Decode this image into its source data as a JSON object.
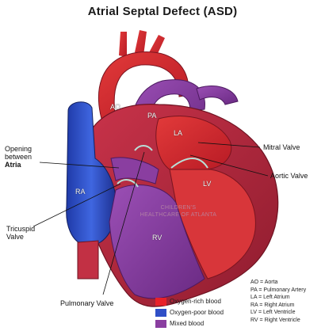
{
  "title": "Atrial Septal Defect (ASD)",
  "labels": {
    "opening_line1": "Opening",
    "opening_line2": "between",
    "opening_line3": "Atria",
    "mitral_valve": "Mitral Valve",
    "aortic_valve": "Aortic Valve",
    "tricuspid_line1": "Tricuspid",
    "tricuspid_line2": "Valve",
    "pulmonary_valve": "Pulmonary Valve"
  },
  "chambers": {
    "ao": "AO",
    "pa": "PA",
    "la": "LA",
    "lv": "LV",
    "ra": "RA",
    "rv": "RV"
  },
  "watermark": {
    "line1": "CHILDREN'S",
    "line2": "HEALTHCARE OF ATLANTA"
  },
  "legend": [
    {
      "label": "Oxygen-rich blood",
      "color": "#e8202a"
    },
    {
      "label": "Oxygen-poor blood",
      "color": "#2f4fc7"
    },
    {
      "label": "Mixed blood",
      "color": "#8a3ea0"
    }
  ],
  "abbreviations": [
    "AO = Aorta",
    "PA = Pulmonary Artery",
    "LA = Left Atrium",
    "RA = Right Atrium",
    "LV = Left Ventricle",
    "RV = Right Ventricle"
  ],
  "colors": {
    "oxygen_rich": "#e8202a",
    "oxygen_poor": "#2f4fc7",
    "mixed": "#8a3ea0",
    "heart_wall": "#b52a3c"
  }
}
